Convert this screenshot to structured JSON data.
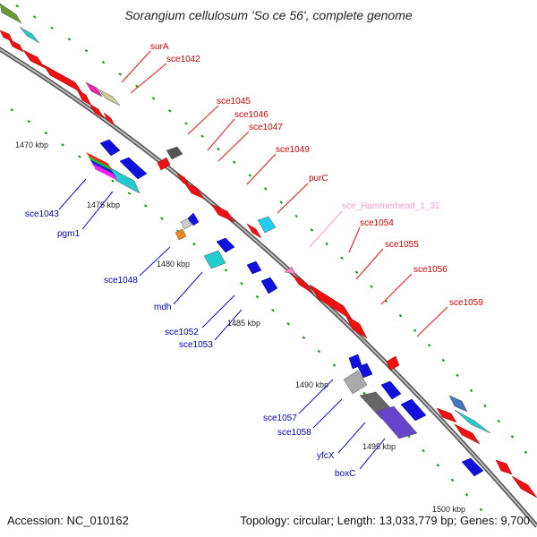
{
  "title": "Sorangium cellulosum 'So ce 56', complete genome",
  "accession": "Accession: NC_010162",
  "topology": "Topology: circular; Length: 13,033,779 bp; Genes: 9,700",
  "colors": {
    "forward": "#ee1111",
    "reverse": "#1111dd",
    "backbone": "#888888",
    "tick": "#119911",
    "ncrna": "#ff88cc"
  },
  "kbp_ticks": [
    "1470 kbp",
    "1475 kbp",
    "1480 kbp",
    "1485 kbp",
    "1490 kbp",
    "1495 kbp",
    "1500 kbp"
  ],
  "forward_labels": [
    "surA",
    "sce1042",
    "sce1045",
    "sce1046",
    "sce1047",
    "sce1049",
    "purC",
    "sce_Hammerhead_1_31",
    "sce1054",
    "sce1055",
    "sce1056",
    "sce1059"
  ],
  "reverse_labels": [
    "sce1043",
    "pgm1",
    "sce1048",
    "mdh",
    "sce1052",
    "sce1053",
    "sce1057",
    "sce1058",
    "yfcX",
    "boxC"
  ]
}
